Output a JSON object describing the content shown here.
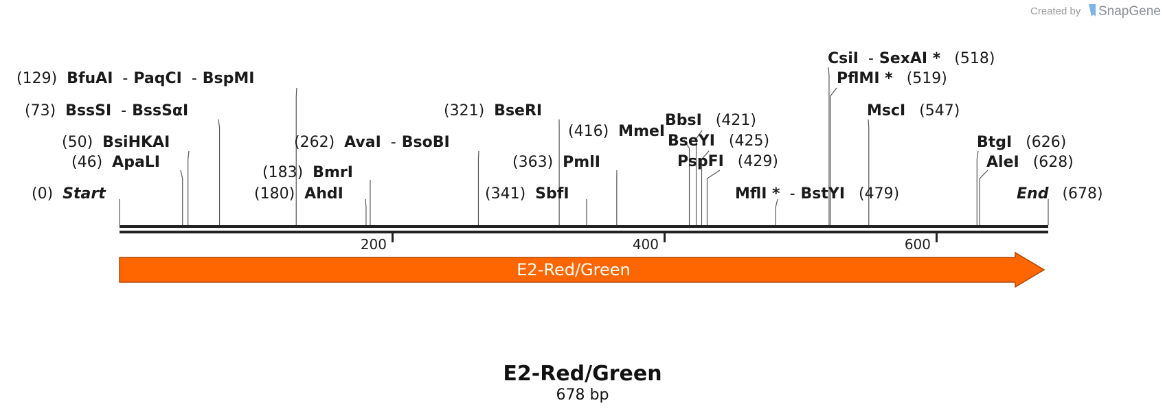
{
  "credit": {
    "prefix": "Created by",
    "brand": "SnapGene"
  },
  "map": {
    "title": "E2-Red/Green",
    "length_label": "678 bp",
    "length_bp": 678,
    "ticks": [
      "200",
      "400",
      "600"
    ],
    "feature": {
      "name": "E2-Red/Green",
      "color": "#ff6600"
    }
  },
  "sites": [
    {
      "pos": "(0)",
      "name": "Start",
      "italic": true
    },
    {
      "pos": "(46)",
      "name": "ApaLI"
    },
    {
      "pos": "(50)",
      "name": "BsiHKAI"
    },
    {
      "pos": "(73)",
      "name": "BssSI",
      "dash": "-",
      "name2": "BssSαI"
    },
    {
      "pos": "(129)",
      "name": "BfuAI",
      "dash": "-",
      "name2": "PaqCI",
      "dash2": "-",
      "name3": "BspMI"
    },
    {
      "pos": "(180)",
      "name": "AhdI"
    },
    {
      "pos": "(183)",
      "name": "BmrI"
    },
    {
      "pos": "(262)",
      "name": "AvaI",
      "dash": "-",
      "name2": "BsoBI"
    },
    {
      "pos": "(321)",
      "name": "BseRI"
    },
    {
      "pos": "(341)",
      "name": "SbfI"
    },
    {
      "pos": "(363)",
      "name": "PmlI"
    },
    {
      "pos": "(416)",
      "name": "MmeI"
    },
    {
      "pos": "(421)",
      "name": "BbsI"
    },
    {
      "pos": "(425)",
      "name": "BseYI"
    },
    {
      "pos": "(429)",
      "name": "PspFI"
    },
    {
      "pos": "(479)",
      "name": "MflI *",
      "dash": "-",
      "name2": "BstYI"
    },
    {
      "pos": "(518)",
      "name": "CsiI",
      "dash": "-",
      "name2": "SexAI *"
    },
    {
      "pos": "(519)",
      "name": "PflMI *"
    },
    {
      "pos": "(547)",
      "name": "MscI"
    },
    {
      "pos": "(626)",
      "name": "BtgI"
    },
    {
      "pos": "(628)",
      "name": "AleI"
    },
    {
      "pos": "(678)",
      "name": "End",
      "italic": true
    }
  ]
}
